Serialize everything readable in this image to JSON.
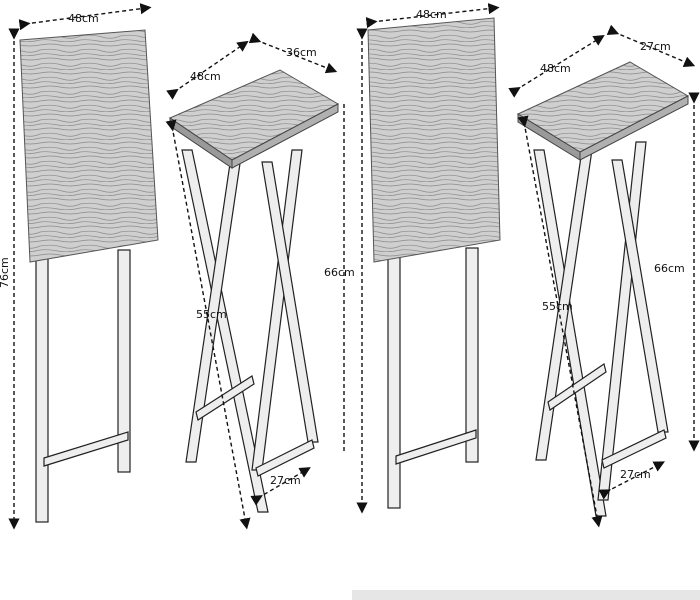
{
  "figure": {
    "folded_stand_left": {
      "width_label": "48cm",
      "height_label": "76cm"
    },
    "open_table_left": {
      "depth_label": "36cm",
      "width_label": "48cm",
      "leg_span_label": "55cm",
      "base_label": "27cm"
    },
    "folded_stand_right": {
      "width_label": "48cm",
      "height_label": "66cm"
    },
    "open_table_right": {
      "depth_label": "27cm",
      "width_label": "48cm",
      "height_label": "66cm",
      "leg_span_label": "55cm",
      "base_label": "27cm"
    }
  },
  "colors": {
    "line": "#111111",
    "wood_fill": "#c9c9c9",
    "leg_fill": "#eeeeee",
    "strip": "#e6e6e6"
  }
}
